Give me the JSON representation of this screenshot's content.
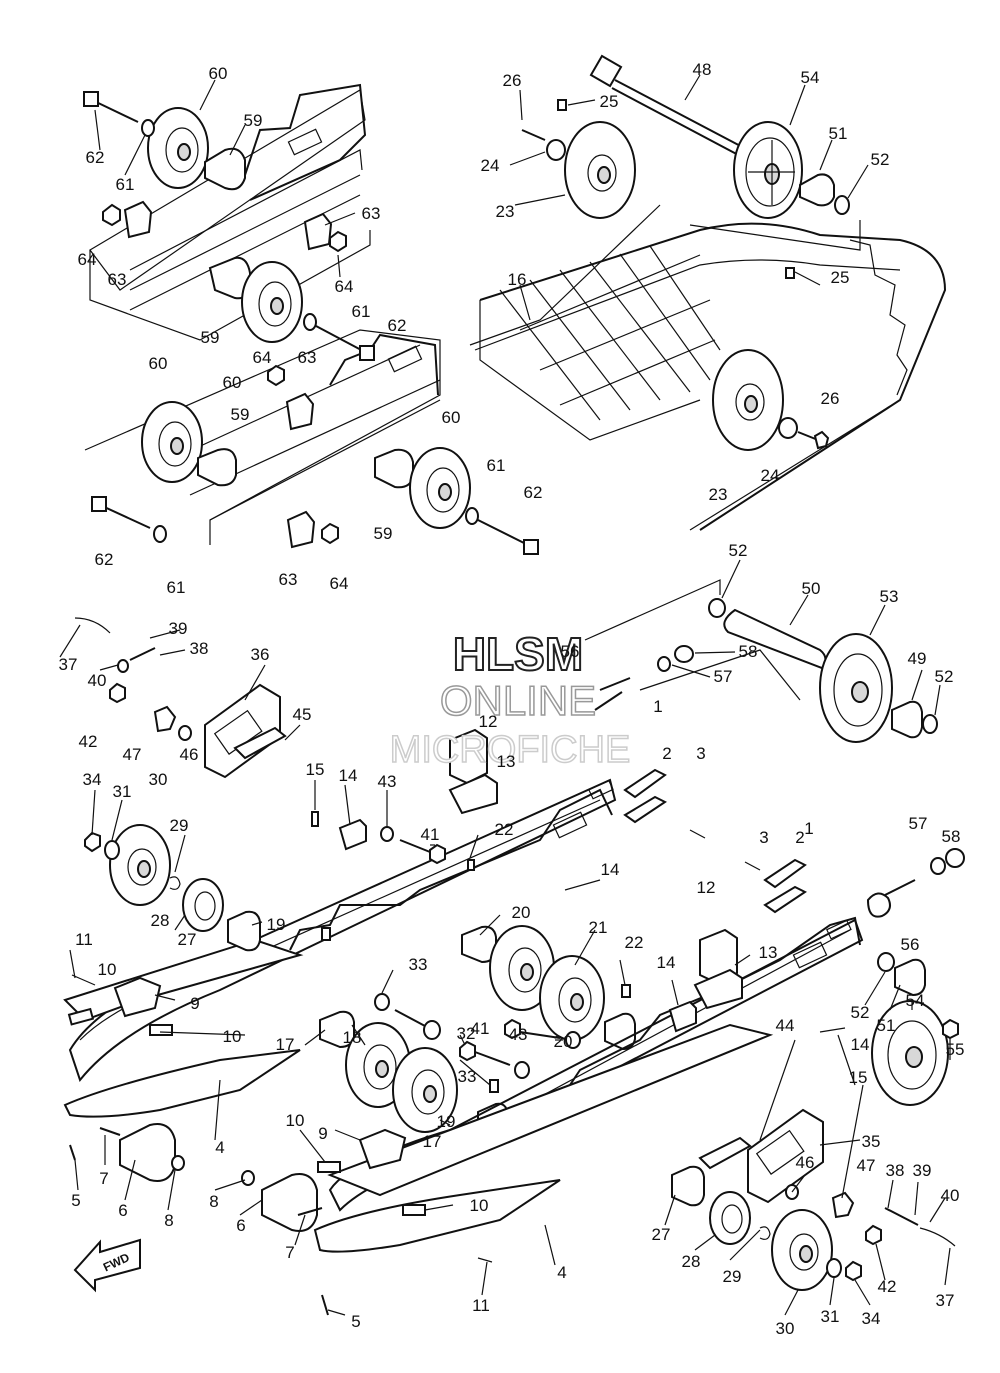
{
  "watermark": {
    "line1": "HLSM",
    "line2": "ONLINE",
    "line3": "MICROFICHE"
  },
  "direction_badge": "FWD",
  "callouts": [
    {
      "id": "l60a",
      "text": "60"
    },
    {
      "id": "l59a",
      "text": "59"
    },
    {
      "id": "l62a",
      "text": "62"
    },
    {
      "id": "l61a",
      "text": "61"
    },
    {
      "id": "l63a",
      "text": "63"
    },
    {
      "id": "l64a",
      "text": "64"
    },
    {
      "id": "l63b",
      "text": "63"
    },
    {
      "id": "l64b",
      "text": "64"
    },
    {
      "id": "l59b",
      "text": "59"
    },
    {
      "id": "l60b",
      "text": "60"
    },
    {
      "id": "l61b",
      "text": "61"
    },
    {
      "id": "l62b",
      "text": "62"
    },
    {
      "id": "l64c",
      "text": "64"
    },
    {
      "id": "l63c",
      "text": "63"
    },
    {
      "id": "l60c",
      "text": "60"
    },
    {
      "id": "l59c",
      "text": "59"
    },
    {
      "id": "l60d",
      "text": "60"
    },
    {
      "id": "l61c",
      "text": "61"
    },
    {
      "id": "l62c",
      "text": "62"
    },
    {
      "id": "l59d",
      "text": "59"
    },
    {
      "id": "l62d",
      "text": "62"
    },
    {
      "id": "l61d",
      "text": "61"
    },
    {
      "id": "l63d",
      "text": "63"
    },
    {
      "id": "l64d",
      "text": "64"
    },
    {
      "id": "l26a",
      "text": "26"
    },
    {
      "id": "l25a",
      "text": "25"
    },
    {
      "id": "l48",
      "text": "48"
    },
    {
      "id": "l54a",
      "text": "54"
    },
    {
      "id": "l24a",
      "text": "24"
    },
    {
      "id": "l23a",
      "text": "23"
    },
    {
      "id": "l51a",
      "text": "51"
    },
    {
      "id": "l52a",
      "text": "52"
    },
    {
      "id": "l16",
      "text": "16"
    },
    {
      "id": "l25b",
      "text": "25"
    },
    {
      "id": "l26b",
      "text": "26"
    },
    {
      "id": "l23b",
      "text": "23"
    },
    {
      "id": "l24b",
      "text": "24"
    },
    {
      "id": "l52b",
      "text": "52"
    },
    {
      "id": "l50",
      "text": "50"
    },
    {
      "id": "l53",
      "text": "53"
    },
    {
      "id": "l56a",
      "text": "56"
    },
    {
      "id": "l58a",
      "text": "58"
    },
    {
      "id": "l57a",
      "text": "57"
    },
    {
      "id": "l49",
      "text": "49"
    },
    {
      "id": "l52c",
      "text": "52"
    },
    {
      "id": "l39a",
      "text": "39"
    },
    {
      "id": "l38a",
      "text": "38"
    },
    {
      "id": "l37a",
      "text": "37"
    },
    {
      "id": "l40a",
      "text": "40"
    },
    {
      "id": "l36",
      "text": "36"
    },
    {
      "id": "l42a",
      "text": "42"
    },
    {
      "id": "l47a",
      "text": "47"
    },
    {
      "id": "l46a",
      "text": "46"
    },
    {
      "id": "l45",
      "text": "45"
    },
    {
      "id": "l12a",
      "text": "12"
    },
    {
      "id": "l13a",
      "text": "13"
    },
    {
      "id": "l1a",
      "text": "1"
    },
    {
      "id": "l2a",
      "text": "2"
    },
    {
      "id": "l3a",
      "text": "3"
    },
    {
      "id": "l34a",
      "text": "34"
    },
    {
      "id": "l31a",
      "text": "31"
    },
    {
      "id": "l30a",
      "text": "30"
    },
    {
      "id": "l29a",
      "text": "29"
    },
    {
      "id": "l15a",
      "text": "15"
    },
    {
      "id": "l14a",
      "text": "14"
    },
    {
      "id": "l43a",
      "text": "43"
    },
    {
      "id": "l41a",
      "text": "41"
    },
    {
      "id": "l22a",
      "text": "22"
    },
    {
      "id": "l1b",
      "text": "1"
    },
    {
      "id": "l3b",
      "text": "3"
    },
    {
      "id": "l2b",
      "text": "2"
    },
    {
      "id": "l58b",
      "text": "58"
    },
    {
      "id": "l57b",
      "text": "57"
    },
    {
      "id": "l14b",
      "text": "14"
    },
    {
      "id": "l28a",
      "text": "28"
    },
    {
      "id": "l27a",
      "text": "27"
    },
    {
      "id": "l19a",
      "text": "19"
    },
    {
      "id": "l20a",
      "text": "20"
    },
    {
      "id": "l21",
      "text": "21"
    },
    {
      "id": "l12b",
      "text": "12"
    },
    {
      "id": "l56b",
      "text": "56"
    },
    {
      "id": "l11a",
      "text": "11"
    },
    {
      "id": "l10a",
      "text": "10"
    },
    {
      "id": "l9a",
      "text": "9"
    },
    {
      "id": "l33a",
      "text": "33"
    },
    {
      "id": "l22b",
      "text": "22"
    },
    {
      "id": "l14c",
      "text": "14"
    },
    {
      "id": "l13b",
      "text": "13"
    },
    {
      "id": "l52d",
      "text": "52"
    },
    {
      "id": "l54b",
      "text": "54"
    },
    {
      "id": "l51b",
      "text": "51"
    },
    {
      "id": "l32",
      "text": "32"
    },
    {
      "id": "l41b",
      "text": "41"
    },
    {
      "id": "l17a",
      "text": "17"
    },
    {
      "id": "l10b",
      "text": "10"
    },
    {
      "id": "l20b",
      "text": "20"
    },
    {
      "id": "l43b",
      "text": "43"
    },
    {
      "id": "l55",
      "text": "55"
    },
    {
      "id": "l14d",
      "text": "14"
    },
    {
      "id": "l15b",
      "text": "15"
    },
    {
      "id": "l18",
      "text": "18"
    },
    {
      "id": "l33b",
      "text": "33"
    },
    {
      "id": "l19b",
      "text": "19"
    },
    {
      "id": "l17b",
      "text": "17"
    },
    {
      "id": "l44",
      "text": "44"
    },
    {
      "id": "l35",
      "text": "35"
    },
    {
      "id": "l4a",
      "text": "4"
    },
    {
      "id": "l10c",
      "text": "10"
    },
    {
      "id": "l9b",
      "text": "9"
    },
    {
      "id": "l46b",
      "text": "46"
    },
    {
      "id": "l47b",
      "text": "47"
    },
    {
      "id": "l38b",
      "text": "38"
    },
    {
      "id": "l39b",
      "text": "39"
    },
    {
      "id": "l40b",
      "text": "40"
    },
    {
      "id": "l7a",
      "text": "7"
    },
    {
      "id": "l6a",
      "text": "6"
    },
    {
      "id": "l8a",
      "text": "8"
    },
    {
      "id": "l5a",
      "text": "5"
    },
    {
      "id": "l8b",
      "text": "8"
    },
    {
      "id": "l6b",
      "text": "6"
    },
    {
      "id": "l10d",
      "text": "10"
    },
    {
      "id": "l7b",
      "text": "7"
    },
    {
      "id": "l27b",
      "text": "27"
    },
    {
      "id": "l28b",
      "text": "28"
    },
    {
      "id": "l29b",
      "text": "29"
    },
    {
      "id": "l30b",
      "text": "30"
    },
    {
      "id": "l31b",
      "text": "31"
    },
    {
      "id": "l34b",
      "text": "34"
    },
    {
      "id": "l42b",
      "text": "42"
    },
    {
      "id": "l37b",
      "text": "37"
    },
    {
      "id": "l4b",
      "text": "4"
    },
    {
      "id": "l11b",
      "text": "11"
    },
    {
      "id": "l5b",
      "text": "5"
    }
  ]
}
